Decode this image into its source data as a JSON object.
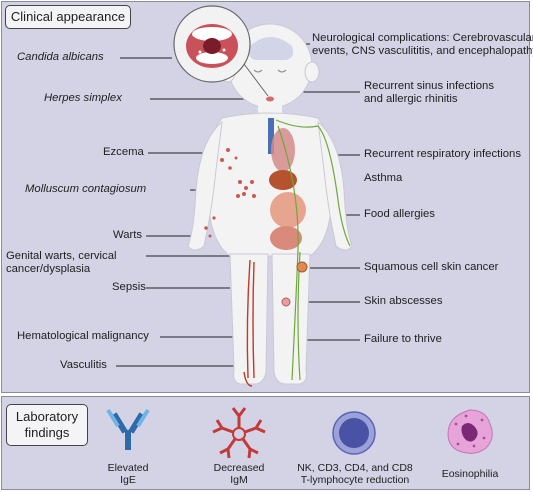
{
  "sections": {
    "clinical": "Clinical appearance",
    "laboratory_line1": "Laboratory",
    "laboratory_line2": "findings"
  },
  "left_labels": [
    {
      "key": "candida",
      "text": "Candida albicans",
      "italic": true
    },
    {
      "key": "herpes",
      "text": "Herpes simplex",
      "italic": true
    },
    {
      "key": "eczema",
      "text": "Ezcema",
      "italic": false
    },
    {
      "key": "molluscum",
      "text": "Molluscum contagiosum",
      "italic": true
    },
    {
      "key": "warts",
      "text": "Warts",
      "italic": false
    },
    {
      "key": "genital",
      "text": "Genital warts, cervical",
      "text2": "cancer/dysplasia",
      "italic": false
    },
    {
      "key": "sepsis",
      "text": "Sepsis",
      "italic": false
    },
    {
      "key": "hematological",
      "text": "Hematological malignancy",
      "italic": false
    },
    {
      "key": "vasculitis",
      "text": "Vasculitis",
      "italic": false
    }
  ],
  "right_labels": [
    {
      "key": "neuro",
      "text": "Neurological complications: Cerebrovascular",
      "text2": "events, CNS vasculititis, and encephalopathy"
    },
    {
      "key": "sinus",
      "text": "Recurrent sinus infections",
      "text2": "and allergic rhinitis"
    },
    {
      "key": "respiratory",
      "text": "Recurrent respiratory infections"
    },
    {
      "key": "asthma",
      "text": "Asthma"
    },
    {
      "key": "food",
      "text": "Food allergies"
    },
    {
      "key": "scc",
      "text": "Squamous cell skin cancer"
    },
    {
      "key": "abscess",
      "text": "Skin abscesses"
    },
    {
      "key": "thrive",
      "text": "Failure to thrive"
    }
  ],
  "lab_findings": [
    {
      "key": "ige",
      "line1": "Elevated",
      "line2": "IgE",
      "icon": "ige-antibody-icon",
      "color": "#2e7ab8"
    },
    {
      "key": "igm",
      "line1": "Decreased",
      "line2": "IgM",
      "icon": "igm-pentamer-icon",
      "color": "#c43a3a"
    },
    {
      "key": "lymph",
      "line1": "NK, CD3, CD4, and CD8",
      "line2": "T-lymphocyte reduction",
      "icon": "lymphocyte-icon",
      "color": "#5b63b8"
    },
    {
      "key": "eos",
      "line1": "Eosinophilia",
      "line2": "",
      "icon": "eosinophil-icon",
      "color": "#d57bc3"
    }
  ],
  "colors": {
    "panel": "#d3d3e5",
    "skin": "#f2f2f2",
    "lesion": "#c85a4f",
    "nerve_lymph": "#6fa83a",
    "vessel": "#c0392b"
  }
}
